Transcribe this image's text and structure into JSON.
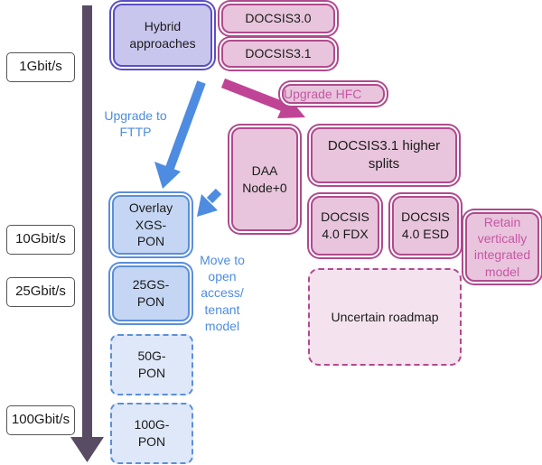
{
  "speeds": {
    "s1": "1Gbit/s",
    "s10": "10Gbit/s",
    "s25": "25Gbit/s",
    "s100": "100Gbit/s"
  },
  "boxes": {
    "hybrid": "Hybrid\napproaches",
    "docsis30": "DOCSIS3.0",
    "docsis31": "DOCSIS3.1",
    "daa": "DAA\nNode+0",
    "docsis31_higher": "DOCSIS3.1 higher\nsplits",
    "docsis40_fdx": "DOCSIS\n4.0 FDX",
    "docsis40_esd": "DOCSIS\n4.0 ESD",
    "uncertain": "Uncertain roadmap",
    "overlay_xgs": "Overlay\nXGS-\nPON",
    "pon25": "25GS-\nPON",
    "pon50": "50G-\nPON",
    "pon100": "100G-\nPON"
  },
  "labels": {
    "upgrade_ftth": "Upgrade to\nFTTP",
    "upgrade_hfc": "Upgrade HFC",
    "open_access": "Move to\nopen\naccess/\ntenant\nmodel",
    "retain": "Retain\nvertically\nintegrated\nmodel"
  },
  "colors": {
    "axis": "#574c64",
    "blue_arrow": "#4d8ce0",
    "pink_arrow": "#c04496"
  }
}
